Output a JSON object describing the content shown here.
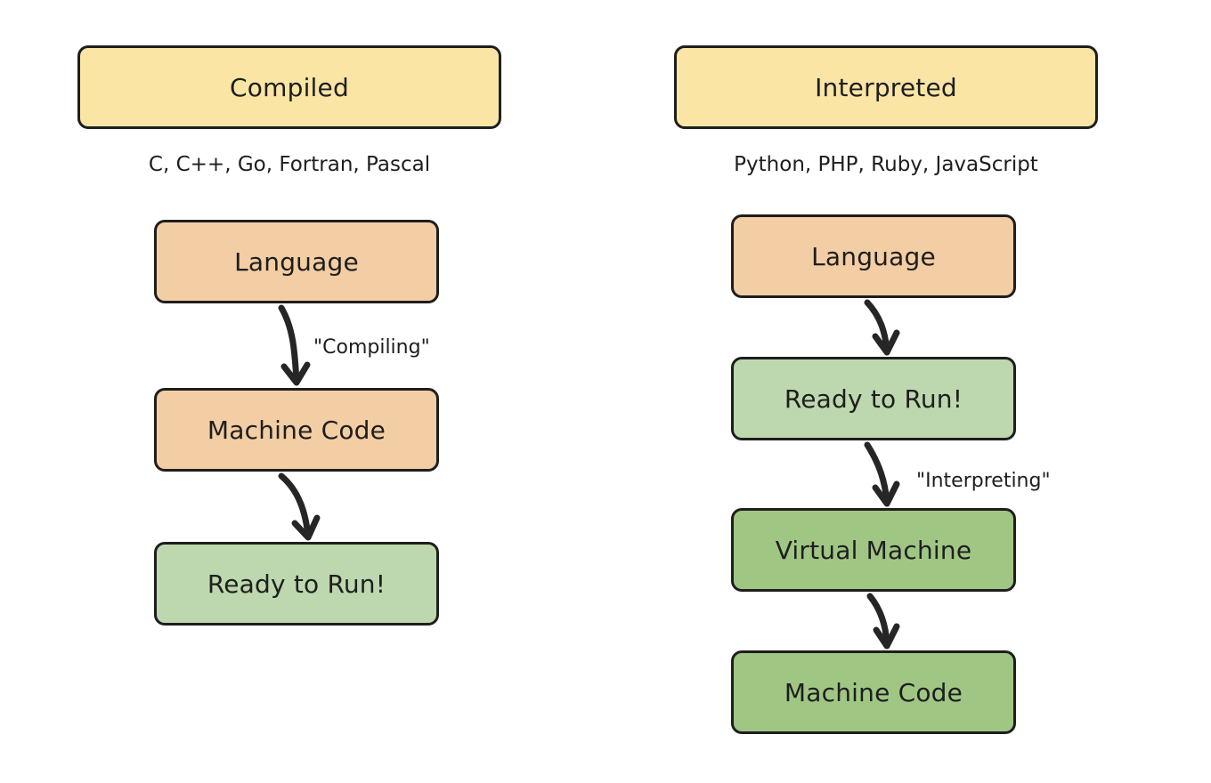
{
  "compiled": {
    "header": "Compiled",
    "examples": "C, C++, Go, Fortran, Pascal",
    "steps": [
      "Language",
      "Machine Code",
      "Ready to Run!"
    ],
    "arrow_label": "\"Compiling\""
  },
  "interpreted": {
    "header": "Interpreted",
    "examples": "Python, PHP, Ruby, JavaScript",
    "steps": [
      "Language",
      "Ready to Run!",
      "Virtual Machine",
      "Machine Code"
    ],
    "arrow_label": "\"Interpreting\""
  },
  "colors": {
    "header": "#fae5a4",
    "peach": "#f3cda3",
    "light_green": "#bdd8ae",
    "dark_green": "#a0c684",
    "outline": "#1e1e1e"
  }
}
